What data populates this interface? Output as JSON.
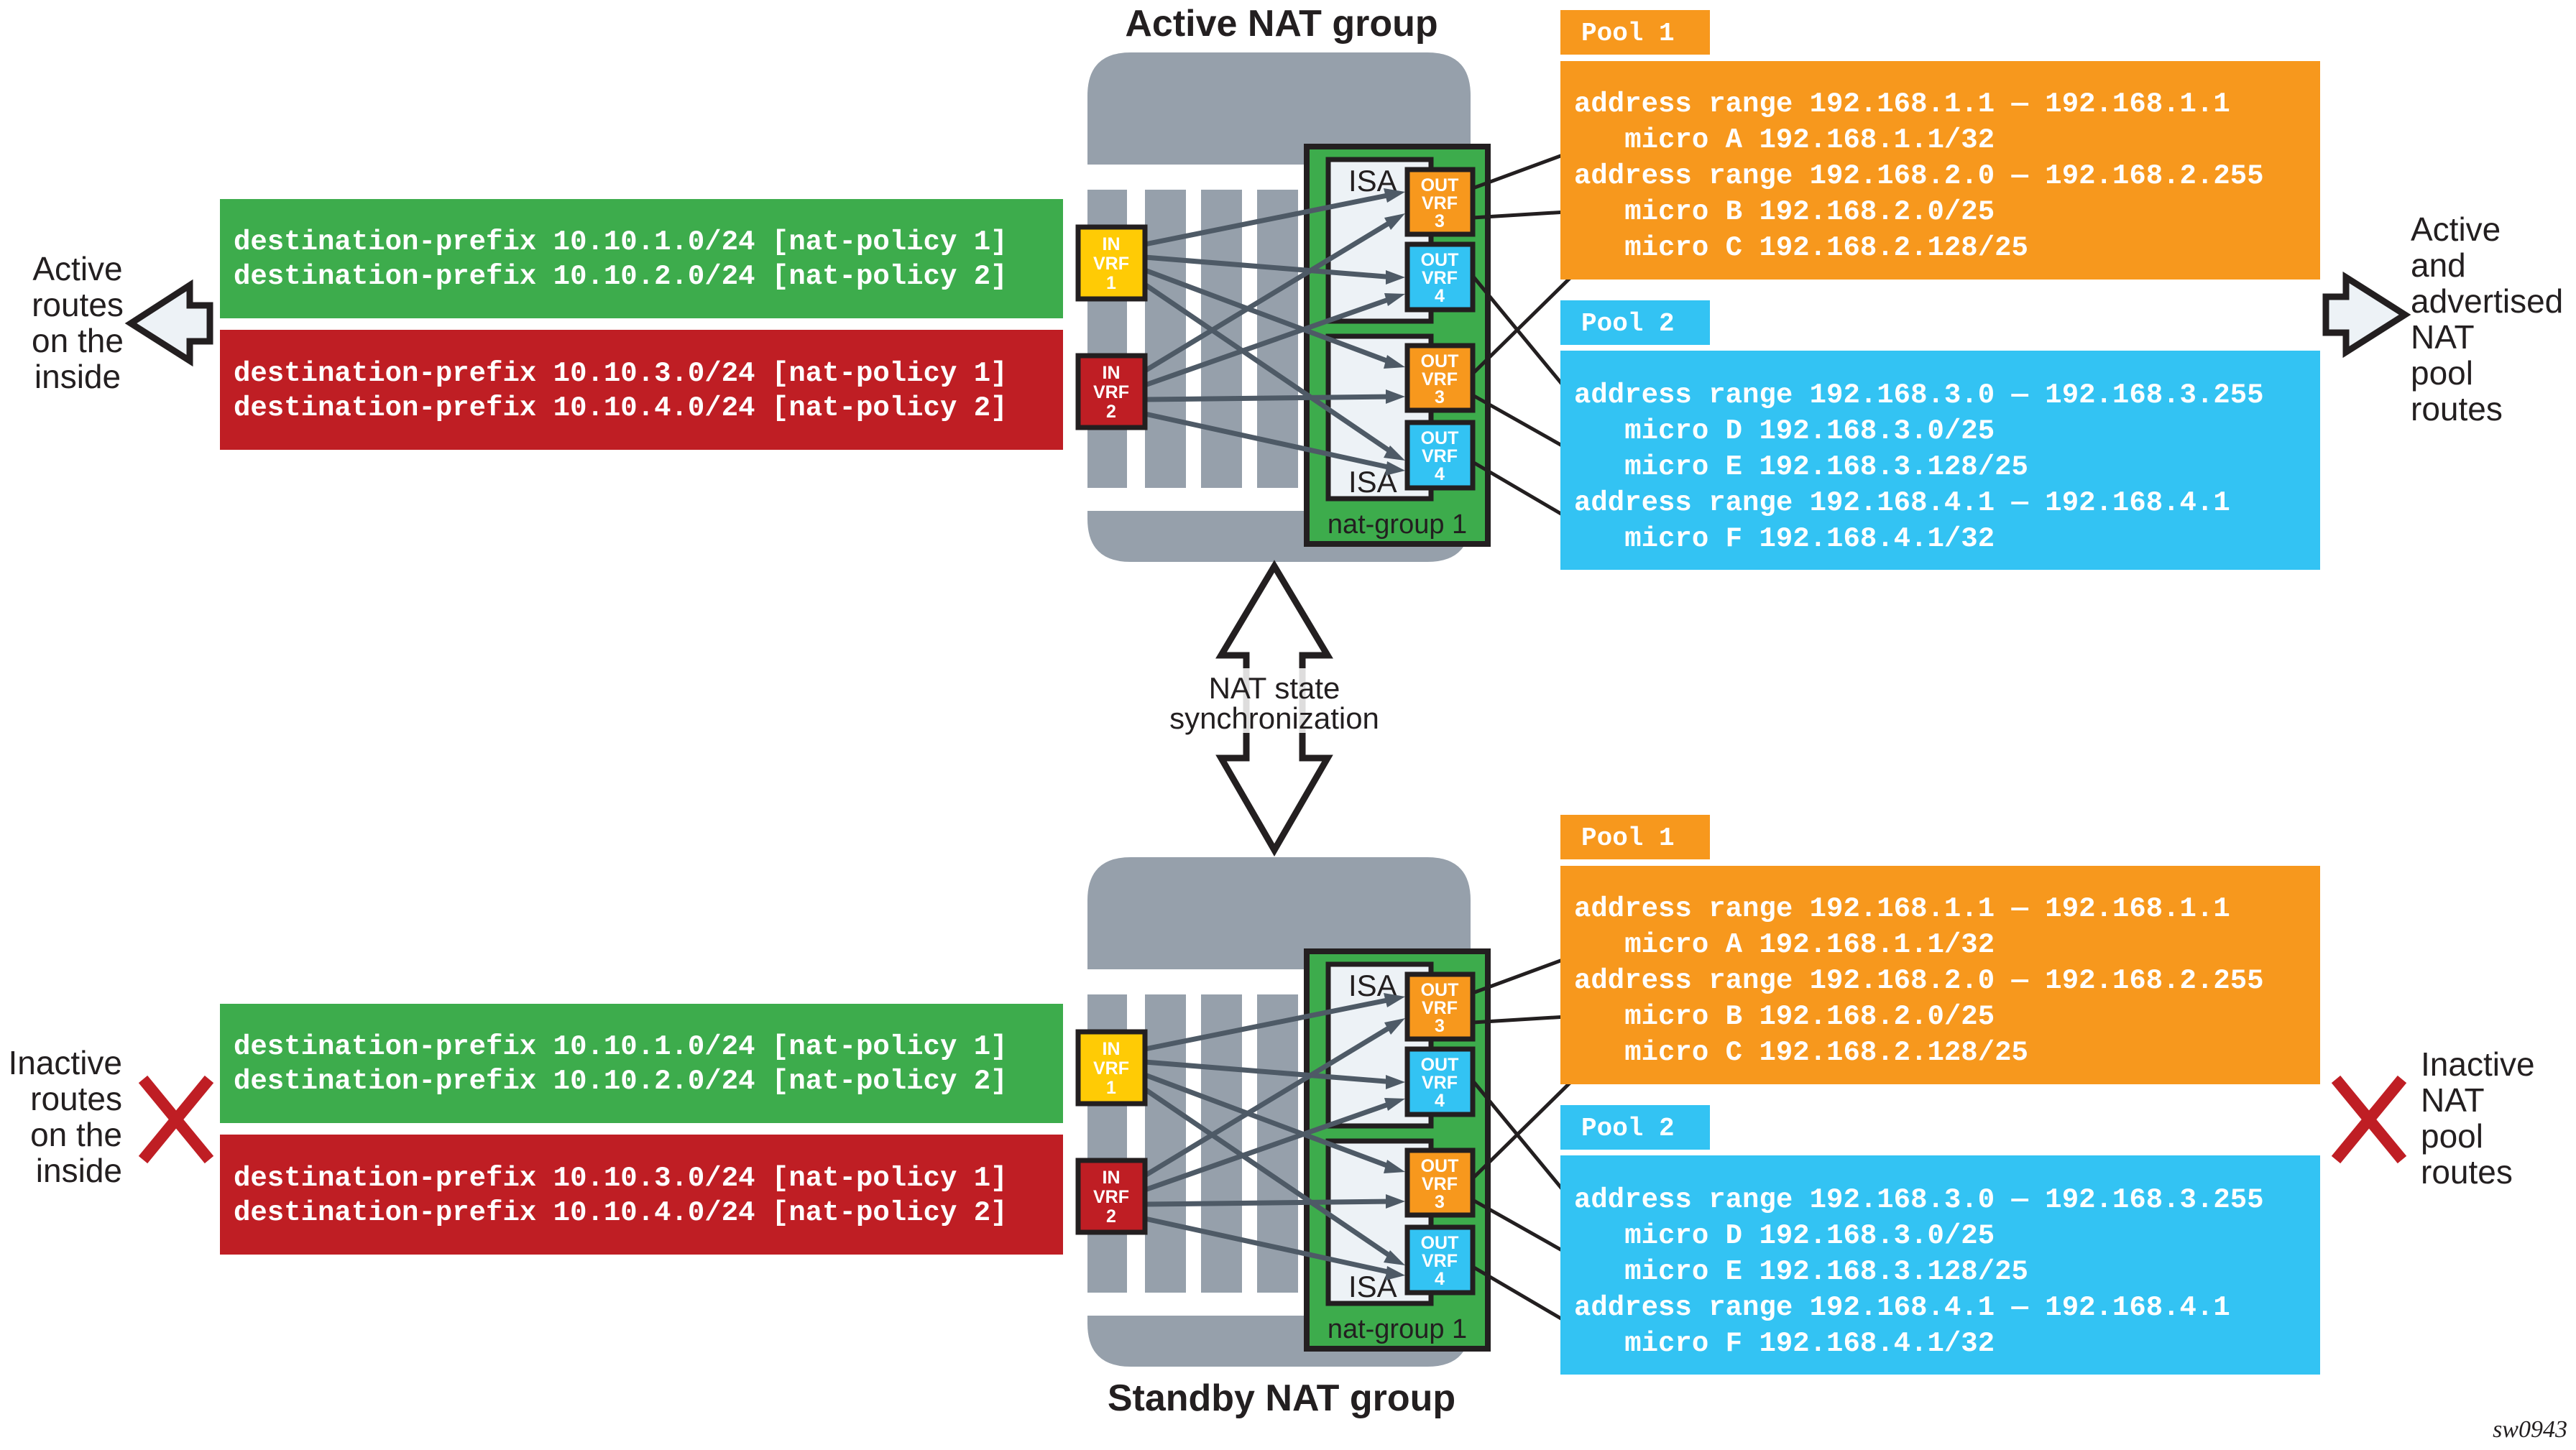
{
  "colors": {
    "route_green": "#3dac4c",
    "route_red": "#bf1e24",
    "pool_orange": "#f7981d",
    "pool_blue": "#33c3f3",
    "in_vrf1_yellow": "#ffcb05",
    "in_vrf2_red": "#bf1e24",
    "chassis_gray": "#96a0ab",
    "natgroup_green": "#3dac4c",
    "isa_fill": "#edf2f6",
    "inactive_x": "#bf1e24"
  },
  "active": {
    "title": "Active NAT group",
    "left_label": [
      "Active",
      "routes",
      "on the",
      "inside"
    ],
    "right_label": [
      "Active",
      "and",
      "advertised",
      "NAT",
      "pool",
      "routes"
    ]
  },
  "standby": {
    "title": "Standby NAT group",
    "left_label": [
      "Inactive",
      "routes",
      "on the",
      "inside"
    ],
    "right_label": [
      "Inactive",
      "NAT",
      "pool",
      "routes"
    ]
  },
  "sync": {
    "lines": [
      "NAT state",
      "synchronization"
    ]
  },
  "routes": {
    "green": [
      "destination-prefix 10.10.1.0/24 [nat-policy 1]",
      "destination-prefix 10.10.2.0/24 [nat-policy 2]"
    ],
    "red": [
      "destination-prefix 10.10.3.0/24 [nat-policy 1]",
      "destination-prefix 10.10.4.0/24 [nat-policy 2]"
    ]
  },
  "nat_group": {
    "label": "nat-group 1",
    "isa_label": "ISA",
    "in_vrfs": [
      {
        "lines": [
          "IN",
          "VRF",
          "1"
        ],
        "color": "#ffcb05"
      },
      {
        "lines": [
          "IN",
          "VRF",
          "2"
        ],
        "color": "#bf1e24"
      }
    ],
    "out_vrfs": [
      {
        "lines": [
          "OUT",
          "VRF",
          "3"
        ],
        "color": "#f7981d"
      },
      {
        "lines": [
          "OUT",
          "VRF",
          "4"
        ],
        "color": "#33c3f3"
      },
      {
        "lines": [
          "OUT",
          "VRF",
          "3"
        ],
        "color": "#f7981d"
      },
      {
        "lines": [
          "OUT",
          "VRF",
          "4"
        ],
        "color": "#33c3f3"
      }
    ],
    "flows": [
      {
        "from": "IN VRF 1",
        "to": "OUT VRF 3 (upper ISA)"
      },
      {
        "from": "IN VRF 1",
        "to": "OUT VRF 4 (upper ISA)"
      },
      {
        "from": "IN VRF 1",
        "to": "OUT VRF 3 (lower ISA)"
      },
      {
        "from": "IN VRF 1",
        "to": "OUT VRF 4 (lower ISA)"
      },
      {
        "from": "IN VRF 2",
        "to": "OUT VRF 3 (upper ISA)"
      },
      {
        "from": "IN VRF 2",
        "to": "OUT VRF 4 (upper ISA)"
      },
      {
        "from": "IN VRF 2",
        "to": "OUT VRF 3 (lower ISA)"
      },
      {
        "from": "IN VRF 2",
        "to": "OUT VRF 4 (lower ISA)"
      }
    ],
    "micro_links": [
      {
        "from": "OUT VRF 3 (upper ISA)",
        "to": "micro A"
      },
      {
        "from": "OUT VRF 3 (upper ISA)",
        "to": "micro B"
      },
      {
        "from": "OUT VRF 4 (upper ISA)",
        "to": "micro D"
      },
      {
        "from": "OUT VRF 3 (lower ISA)",
        "to": "micro C"
      },
      {
        "from": "OUT VRF 3 (lower ISA)",
        "to": "micro E"
      },
      {
        "from": "OUT VRF 4 (lower ISA)",
        "to": "micro F"
      }
    ]
  },
  "pools": [
    {
      "label": "Pool 1",
      "lines": [
        "address range 192.168.1.1 — 192.168.1.1",
        "   micro A 192.168.1.1/32",
        "address range 192.168.2.0 — 192.168.2.255",
        "   micro B 192.168.2.0/25",
        "   micro C 192.168.2.128/25"
      ]
    },
    {
      "label": "Pool 2",
      "lines": [
        "address range 192.168.3.0 — 192.168.3.255",
        "   micro D 192.168.3.0/25",
        "   micro E 192.168.3.128/25",
        "address range 192.168.4.1 — 192.168.4.1",
        "   micro F 192.168.4.1/32"
      ]
    }
  ],
  "figure_id": "sw0943"
}
